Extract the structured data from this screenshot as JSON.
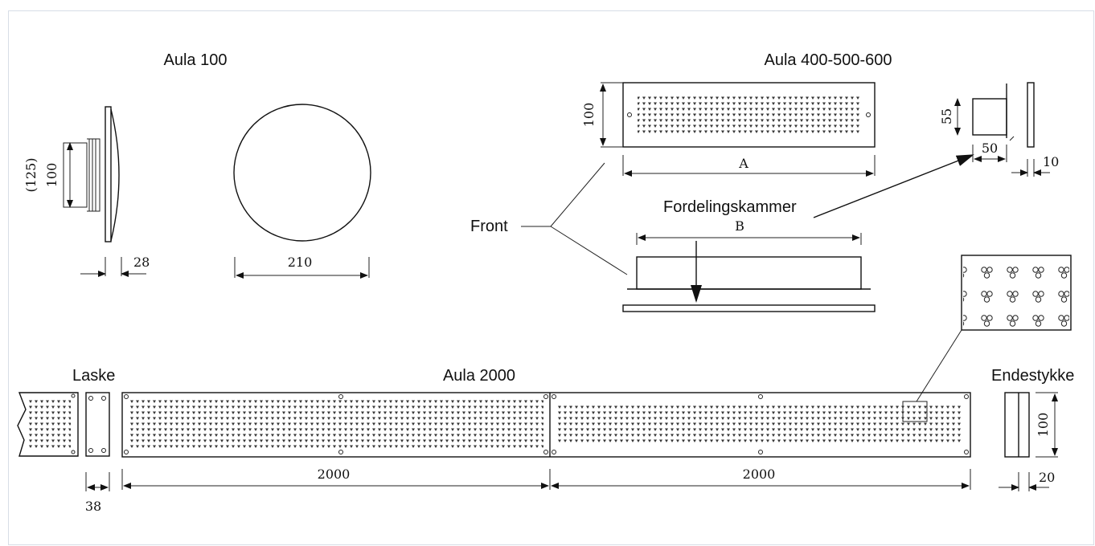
{
  "titles": {
    "aula100": "Aula 100",
    "aula400": "Aula 400-500-600",
    "aula2000": "Aula 2000",
    "laske": "Laske",
    "endestykke": "Endestykke",
    "front": "Front",
    "fordelingskammer": "Fordelingskammer"
  },
  "dimensions": {
    "a100_125": "(125)",
    "a100_100": "100",
    "a100_28": "28",
    "a100_210": "210",
    "a400_100": "100",
    "a400_A": "A",
    "a400_B": "B",
    "side_55": "55",
    "side_50": "50",
    "side_10": "10",
    "laske_38": "38",
    "a2000_left": "2000",
    "a2000_right": "2000",
    "end_100": "100",
    "end_20": "20"
  },
  "colors": {
    "line": "#111111",
    "frame": "#d7dde6"
  }
}
